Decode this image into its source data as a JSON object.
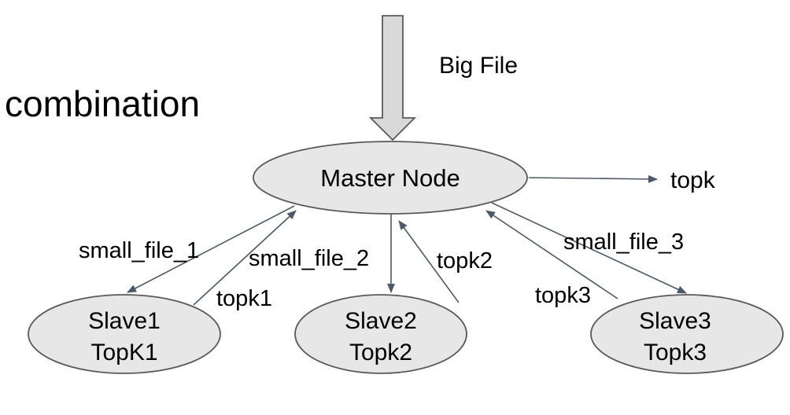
{
  "title": "combination",
  "input_label": "Big File",
  "master": {
    "label": "Master Node"
  },
  "output_label": "topk",
  "slaves": [
    {
      "name": "Slave1",
      "result": "TopK1",
      "send_label": "small_file_1",
      "return_label": "topk1"
    },
    {
      "name": "Slave2",
      "result": "Topk2",
      "send_label": "small_file_2",
      "return_label": "topk2"
    },
    {
      "name": "Slave3",
      "result": "Topk3",
      "send_label": "small_file_3",
      "return_label": "topk3"
    }
  ],
  "colors": {
    "node_fill": "#e7e7e7",
    "node_stroke": "#595959",
    "edge": "#4a5a6a",
    "big_arrow_fill": "#d9d9d9"
  }
}
